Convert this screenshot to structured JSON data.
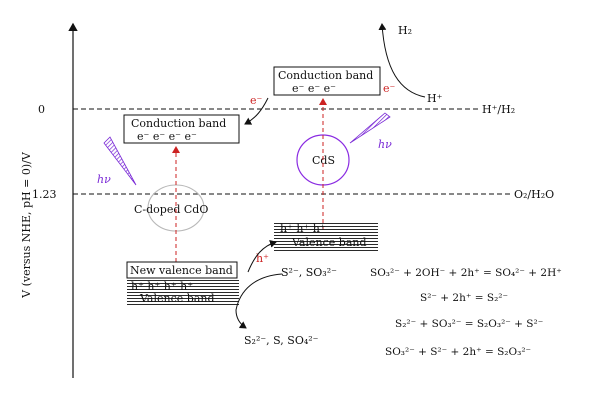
{
  "axis": {
    "ylabel": "V (versus NHE, pH = 0)/V",
    "ticks": [
      "0",
      "1.23"
    ]
  },
  "levels": {
    "h_label": "H⁺/H₂",
    "o_label": "O₂/H₂O"
  },
  "cdo": {
    "conduction_band": "Conduction band",
    "electrons": "e⁻ e⁻ e⁻ e⁻",
    "name": "C-doped CdO",
    "new_valence_band": "New valence band",
    "holes": "h⁺ h⁺ h⁺ h⁺",
    "valence_band": "Valence band"
  },
  "cds": {
    "conduction_band": "Conduction band",
    "electrons": "e⁻ e⁻ e⁻",
    "name": "CdS",
    "holes": "h⁺ h⁺ h⁺",
    "valence_band": "Valence band"
  },
  "transfer": {
    "electron": "e⁻",
    "electron2": "e⁻",
    "hole": "h⁺"
  },
  "light": "hν",
  "species": {
    "h2": "H₂",
    "hplus": "H⁺",
    "reactants": "S²⁻, SO₃²⁻",
    "products": "S₂²⁻, S, SO₄²⁻"
  },
  "equations": [
    "SO₃²⁻ + 2OH⁻ + 2h⁺ = SO₄²⁻ + 2H⁺",
    "S²⁻ + 2h⁺ = S₂²⁻",
    "S₂²⁻ + SO₃²⁻ = S₂O₃²⁻ + S²⁻",
    "SO₃²⁻ + S²⁻ + 2h⁺ = S₂O₃²⁻"
  ],
  "colors": {
    "electron": "#cc2222",
    "light": "#7a2ad6",
    "circle_cdo": "#b8b8b8",
    "circle_cds": "#8a2be2",
    "line": "#111111"
  }
}
